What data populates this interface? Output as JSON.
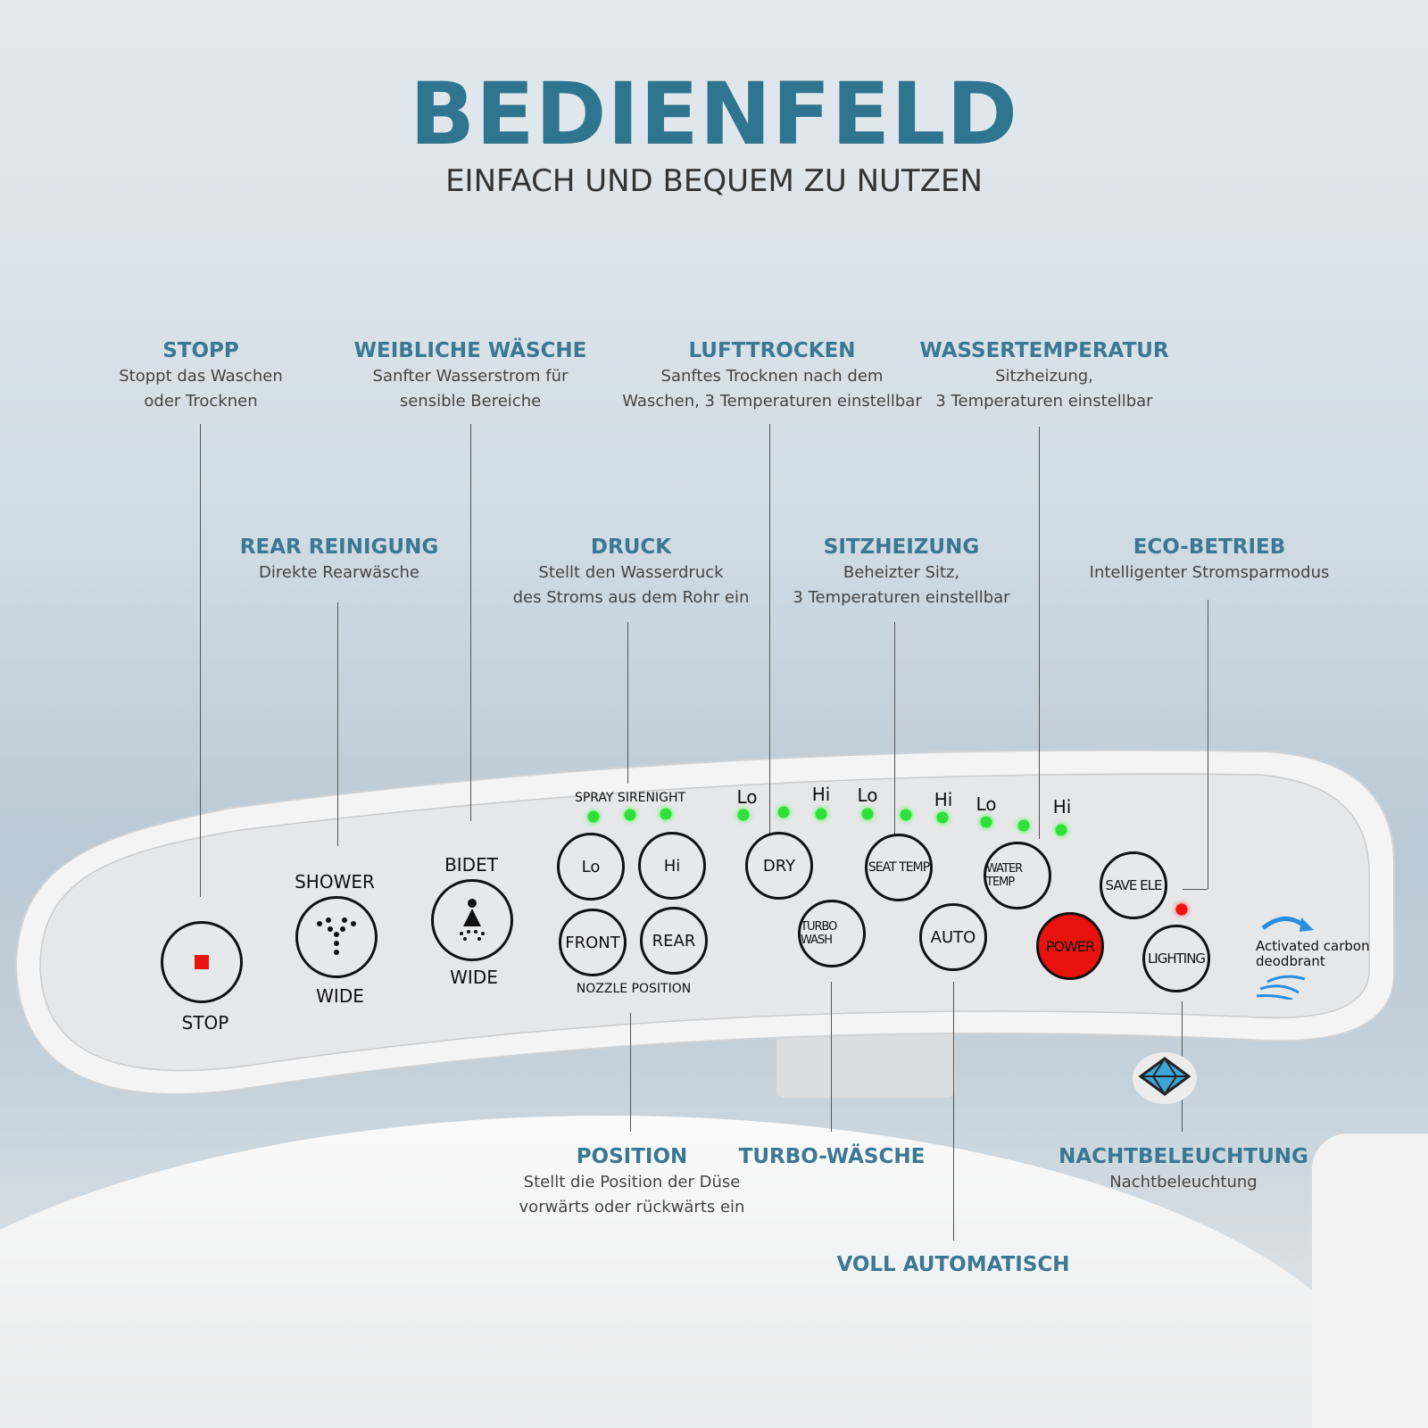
{
  "header": {
    "title": "BEDIENFELD",
    "subtitle": "EINFACH UND BEQUEM ZU NUTZEN"
  },
  "callouts": [
    {
      "title": "STOPP",
      "desc": [
        "Stoppt das Waschen",
        "oder Trocknen"
      ]
    },
    {
      "title": "WEIBLICHE WÄSCHE",
      "desc": [
        "Sanfter Wasserstrom für",
        "sensible Bereiche"
      ]
    },
    {
      "title": "LUFTTROCKEN",
      "desc": [
        "Sanftes Trocknen nach dem",
        "Waschen, 3 Temperaturen einstellbar"
      ]
    },
    {
      "title": "WASSERTEMPERATUR",
      "desc": [
        "Sitzheizung,",
        "3 Temperaturen einstellbar"
      ]
    },
    {
      "title": "REAR REINIGUNG",
      "desc": [
        "Direkte Rearwäsche"
      ]
    },
    {
      "title": "DRUCK",
      "desc": [
        "Stellt den Wasserdruck",
        "des Stroms aus dem Rohr ein"
      ]
    },
    {
      "title": "SITZHEIZUNG",
      "desc": [
        "Beheizter Sitz,",
        "3 Temperaturen einstellbar"
      ]
    },
    {
      "title": "ECO-BETRIEB",
      "desc": [
        "Intelligenter Stromsparmodus"
      ]
    },
    {
      "title": "POSITION",
      "desc": [
        "Stellt die Position der Düse",
        "vorwärts oder rückwärts ein"
      ]
    },
    {
      "title": "TURBO-WÄSCHE",
      "desc": []
    },
    {
      "title": "NACHTBELEUCHTUNG",
      "desc": [
        "Nachtbeleuchtung"
      ]
    },
    {
      "title": "VOLL AUTOMATISCH",
      "desc": []
    }
  ],
  "panel": {
    "stop_label": "STOP",
    "shower_label": "SHOWER",
    "shower_wide": "WIDE",
    "bidet_label": "BIDET",
    "bidet_wide": "WIDE",
    "buttons": {
      "lo": "Lo",
      "hi": "Hi",
      "front": "FRONT",
      "rear": "REAR",
      "dry": "DRY",
      "seat_temp": "SEAT TEMP",
      "water_temp": "WATER TEMP",
      "turbo_wash": "TURBO WASH",
      "auto": "AUTO",
      "power": "POWER",
      "save_ele": "SAVE ELE",
      "lighting": "LIGHTING"
    },
    "nozzle_position": "NOZZLE POSITION",
    "spray_label": "SPRAY SIRENIGHT",
    "level_labels": [
      "Lo",
      "Hi",
      "Lo",
      "Hi",
      "Lo",
      "Hi"
    ],
    "deodorant": [
      "Activated carbon",
      "deodbrant"
    ],
    "colors": {
      "led_green": "#2fe03a",
      "power_red": "#e8120e",
      "accent": "#2f7590"
    }
  }
}
